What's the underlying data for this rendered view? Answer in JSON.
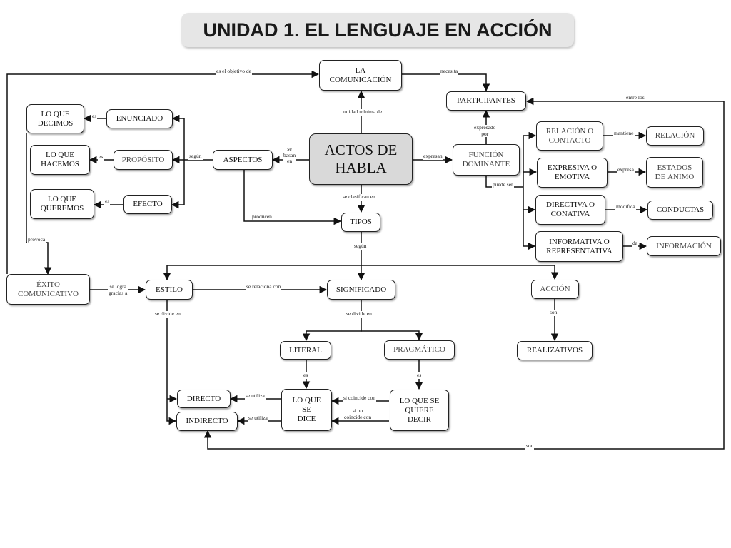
{
  "title": "UNIDAD 1. EL LENGUAJE EN ACCIÓN",
  "nodes": {
    "la_comunicacion": "LA\nCOMUNICACIÓN",
    "participantes": "PARTICIPANTES",
    "actos_de_habla": "ACTOS DE\nHABLA",
    "lo_que_decimos": "LO QUE\nDECIMOS",
    "enunciado": "ENUNCIADO",
    "lo_que_hacemos": "LO QUE\nHACEMOS",
    "proposito": "PROPÓSITO",
    "aspectos": "ASPECTOS",
    "lo_que_queremos": "LO QUE\nQUEREMOS",
    "efecto": "EFECTO",
    "funcion_dominante": "FUNCIÓN\nDOMINANTE",
    "relacion_o_contacto": "RELACIÓN O\nCONTACTO",
    "relacion": "RELACIÓN",
    "expresiva_o_emotiva": "EXPRESIVA O\nEMOTIVA",
    "estados_de_animo": "ESTADOS\nDE ÁNIMO",
    "directiva_o_conativa": "DIRECTIVA O\nCONATIVA",
    "conductas": "CONDUCTAS",
    "informativa_o_representativa": "INFORMATIVA O\nREPRESENTATIVA",
    "informacion": "INFORMACIÓN",
    "tipos": "TIPOS",
    "exito_comunicativo": "ÉXITO\nCOMUNICATIVO",
    "estilo": "ESTILO",
    "significado": "SIGNIFICADO",
    "accion": "ACCIÓN",
    "literal": "LITERAL",
    "pragmatico": "PRAGMÁTICO",
    "realizativos": "REALIZATIVOS",
    "directo": "DIRECTO",
    "indirecto": "INDIRECTO",
    "lo_que_se_dice": "LO QUE\nSE\nDICE",
    "lo_que_se_quiere_decir": "LO QUE SE\nQUIERE\nDECIR"
  },
  "links": {
    "es_el_objetivo_de": "es el objetivo de",
    "necesita": "necesita",
    "entre_los": "entre los",
    "unidad_minima_de": "unidad mínima de",
    "expresado_por": "expresado\npor",
    "es_decimos": "es",
    "es_hacemos": "es",
    "es_queremos": "es",
    "segun_aspectos": "según",
    "se_basan_en": "se\nbasan\nen",
    "expresan": "expresan",
    "mantiene": "mantiene",
    "expresa": "expresa",
    "modifica": "modifica",
    "da": "da",
    "puede_ser": "puede ser",
    "se_clasifican_en": "se clasifican en",
    "producen": "producen",
    "provoca": "provoca",
    "segun_tipos": "según",
    "se_logra_gracias_a": "se logra\ngracias a",
    "se_relaciona_con": "se relaciona con",
    "se_divide_en_estilo": "se divide en",
    "se_divide_en_significado": "se divide en",
    "son_accion": "son",
    "es_literal": "es",
    "es_pragmatico": "es",
    "se_utiliza_directo": "se utiliza",
    "se_utiliza_indirecto": "se utiliza",
    "si_coincide_con": "si coincide con",
    "si_no_coincide_con": "si no\ncoincide con",
    "son_bottom": "son"
  }
}
